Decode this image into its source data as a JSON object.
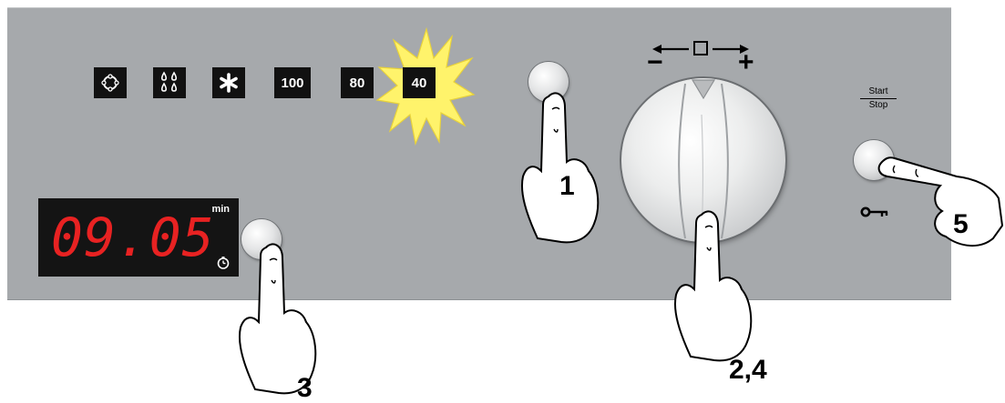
{
  "program_symbols": [
    {
      "name": "fan-program-icon",
      "type": "icon"
    },
    {
      "name": "steam-drops-icon",
      "type": "icon"
    },
    {
      "name": "defrost-snowflake-icon",
      "type": "icon"
    },
    {
      "name": "temp-100",
      "type": "text",
      "label": "100"
    },
    {
      "name": "temp-80",
      "type": "text",
      "label": "80"
    },
    {
      "name": "temp-40",
      "type": "text",
      "label": "40",
      "highlighted": true
    }
  ],
  "display": {
    "time": "09.05",
    "unit": "min"
  },
  "start_stop": {
    "top": "Start",
    "bottom": "Stop"
  },
  "knob": {
    "minus": "−",
    "plus": "+"
  },
  "steps": {
    "step1": "1",
    "step2_4": "2,4",
    "step3": "3",
    "step5": "5"
  },
  "colors": {
    "panel": "#a6a9ac",
    "display_digits": "#e82222",
    "highlight_burst": "#fff36b"
  }
}
